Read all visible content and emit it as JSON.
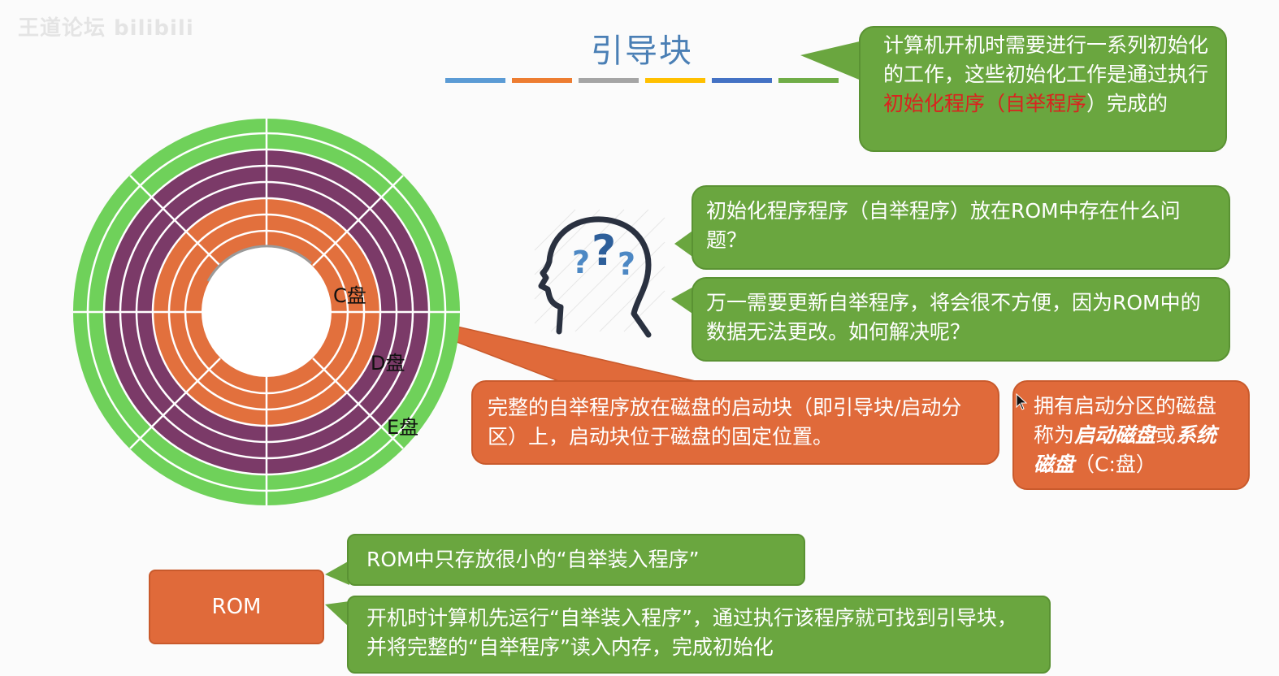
{
  "watermark": "王道论坛 bilibili",
  "title": "引导块",
  "title_bar_colors": [
    "#5b9bd5",
    "#ed7d31",
    "#a5a5a5",
    "#ffc000",
    "#4472c4",
    "#70ad47"
  ],
  "colors": {
    "green": "#6aa63f",
    "orange": "#e06a3a",
    "highlight_red": "#d9231f",
    "disk_outer_green": "#6fd15a",
    "disk_purple": "#7b3a68",
    "disk_orange": "#e2703d"
  },
  "disk": {
    "label_c": "C盘",
    "label_d": "D盘",
    "label_e": "E盘"
  },
  "bubbles": {
    "init": {
      "part1": "计算机开机时需要进行一系列初始化的工作，这些初始化工作是通过执行",
      "highlight": "初始化程序（自举程序",
      "part2": "）完成的"
    },
    "question": "初始化程序程序（自举程序）放在ROM中存在什么问题？",
    "problem": "万一需要更新自举程序，将会很不方便，因为ROM中的数据无法更改。如何解决呢？",
    "solution": "完整的自举程序放在磁盘的启动块（即引导块/启动分区）上，启动块位于磁盘的固定位置。",
    "bootdisk": {
      "part1": "拥有启动分区的磁盘称为",
      "em1": "启动磁盘",
      "part2": "或",
      "em2": "系统磁盘",
      "part3": "（C:盘）"
    },
    "rom_small": "ROM中只存放很小的“自举装入程序”",
    "rom_run": "开机时计算机先运行“自举装入程序”，通过执行该程序就可找到引导块，并将完整的“自举程序”读入内存，完成初始化"
  },
  "rom_box": "ROM",
  "icons": {
    "head": "head-question-icon",
    "cursor": "mouse-cursor-icon"
  }
}
